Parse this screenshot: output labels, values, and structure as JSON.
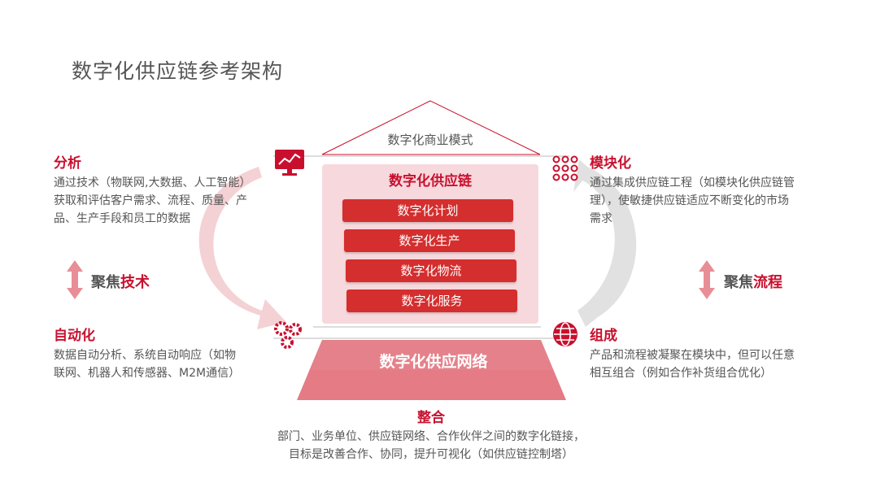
{
  "title": "数字化供应链参考架构",
  "roof_label": "数字化商业模式",
  "core": {
    "title": "数字化供应链",
    "items": [
      "数字化计划",
      "数字化生产",
      "数字化物流",
      "数字化服务"
    ]
  },
  "network_label": "数字化供应网络",
  "analysis": {
    "heading": "分析",
    "lines": [
      "通过技术（物联网,大数据、人工智能）",
      "获取和评估客户需求、流程、质量、产",
      "品、生产手段和员工的数据"
    ]
  },
  "automation": {
    "heading": "自动化",
    "lines": [
      "数据自动分析、系统自动响应（如物",
      "联网、机器人和传感器、M2M通信）"
    ]
  },
  "modular": {
    "heading": "模块化",
    "lines": [
      "通过集成供应链工程（如模块化供应链管",
      "理），使敏捷供应链适应不断变化的市场",
      "需求"
    ]
  },
  "compose": {
    "heading": "组成",
    "lines": [
      "产品和流程被凝聚在模块中，但可以任意",
      "相互组合（例如合作补货组合优化）"
    ]
  },
  "integration": {
    "heading": "整合",
    "lines": [
      "部门、业务单位、供应链网络、合作伙伴之间的数字化链接，",
      "目标是改善合作、协同，提升可视化（如供应链控制塔）"
    ]
  },
  "focus_tech": {
    "prefix": "聚焦",
    "highlight": "技术"
  },
  "focus_process": {
    "prefix": "聚焦",
    "highlight": "流程"
  },
  "colors": {
    "accent": "#c8102e",
    "core_bg": "#f7d8dc",
    "arc": "#f2c9cd"
  }
}
